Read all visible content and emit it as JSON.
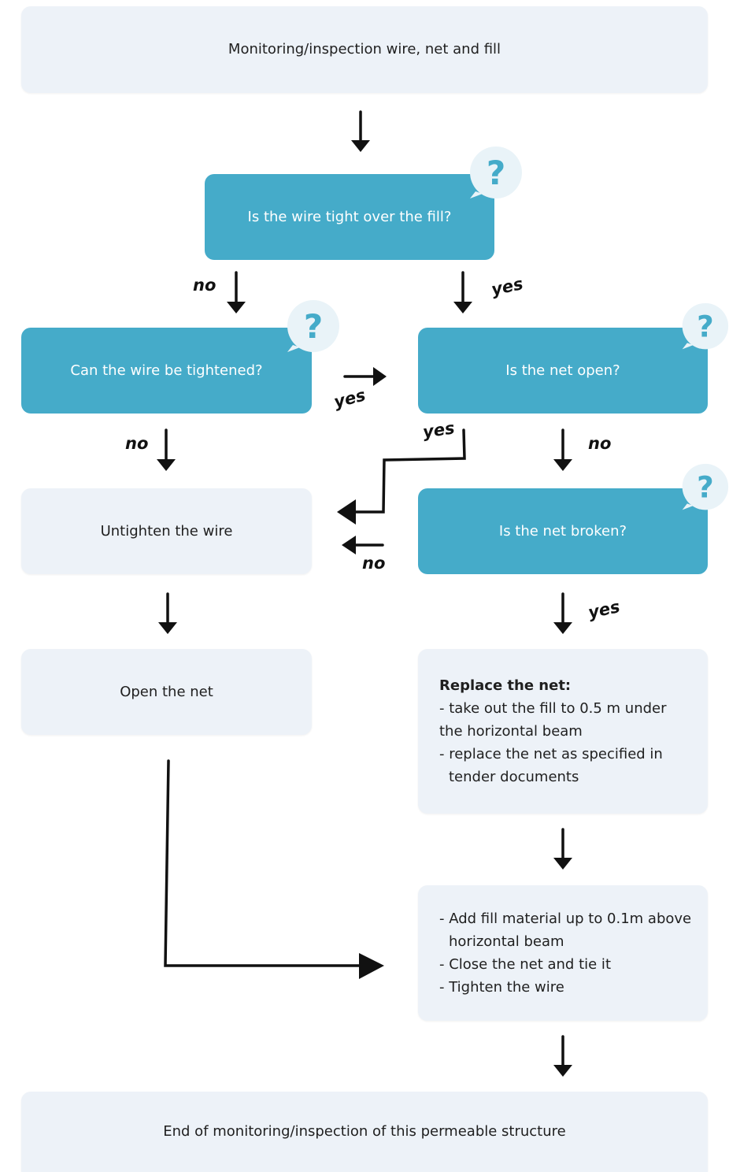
{
  "nodes": {
    "start": "Monitoring/inspection wire, net and fill",
    "q_wire_tight": "Is the wire tight over the fill?",
    "q_can_tighten": "Can the wire be tightened?",
    "q_net_open": "Is the net open?",
    "untighten": "Untighten the wire",
    "q_net_broken": "Is the net broken?",
    "open_net": "Open the net",
    "replace_net": {
      "title": "Replace the net:",
      "lines": [
        "- take out the fill to 0.5 m under",
        "the horizontal beam",
        "- replace the net as specified in",
        "tender documents"
      ]
    },
    "add_fill": {
      "lines": [
        "- Add fill material up to 0.1m above",
        "horizontal beam",
        "- Close the net and tie it",
        "- Tighten the wire"
      ]
    },
    "end": "End of monitoring/inspection of this permeable structure"
  },
  "labels": {
    "no1": "no",
    "yes1": "yes",
    "yes2": "yes",
    "no2": "no",
    "yes3": "yes",
    "no3": "no",
    "no4": "no",
    "yes4": "yes"
  },
  "question_mark": "?",
  "colors": {
    "teal": "#45abc9",
    "light": "#edf2f8",
    "arrow": "#111111"
  }
}
